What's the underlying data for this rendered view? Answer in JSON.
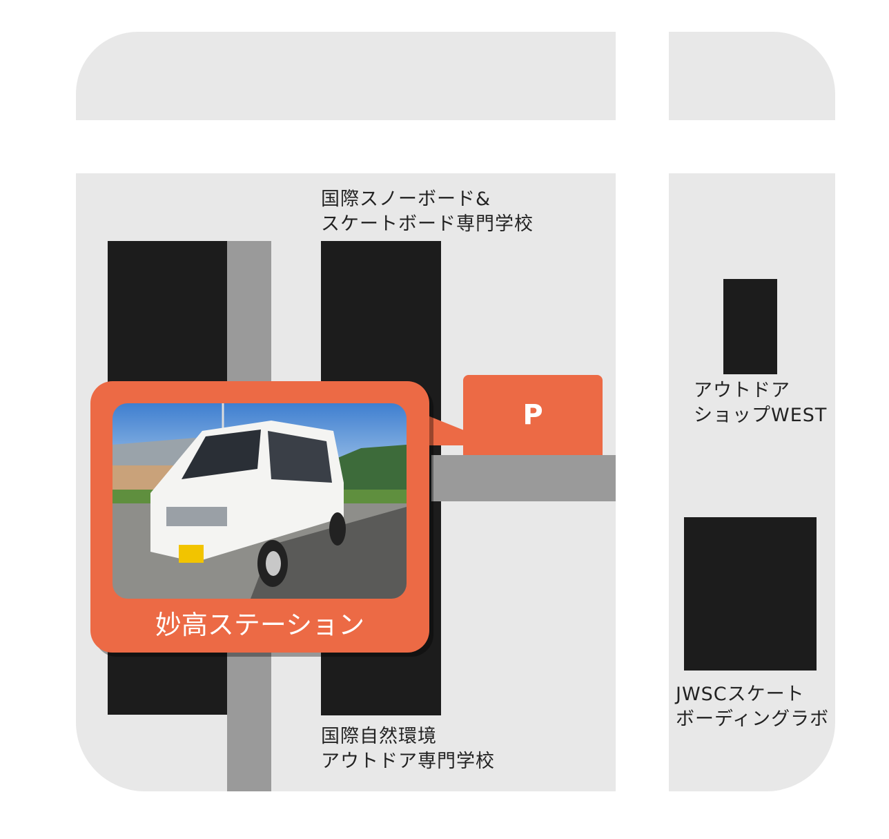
{
  "colors": {
    "block": "#e8e8e8",
    "building": "#1c1c1c",
    "road": "#9a9a9a",
    "accent": "#ec6a45"
  },
  "labels": {
    "snowboard_school": [
      "国際スノーボード&",
      "スケートボード専門学校"
    ],
    "outdoor_school": [
      "国際自然環境",
      "アウトドア専門学校"
    ],
    "outdoor_shop": [
      "アウトドア",
      "ショップWEST"
    ],
    "jwsc": [
      "JWSCスケート",
      "ボーディングラボ"
    ]
  },
  "station": {
    "name": "妙高ステーション",
    "photo": "white-van-photo"
  },
  "parking": {
    "label": "P"
  }
}
